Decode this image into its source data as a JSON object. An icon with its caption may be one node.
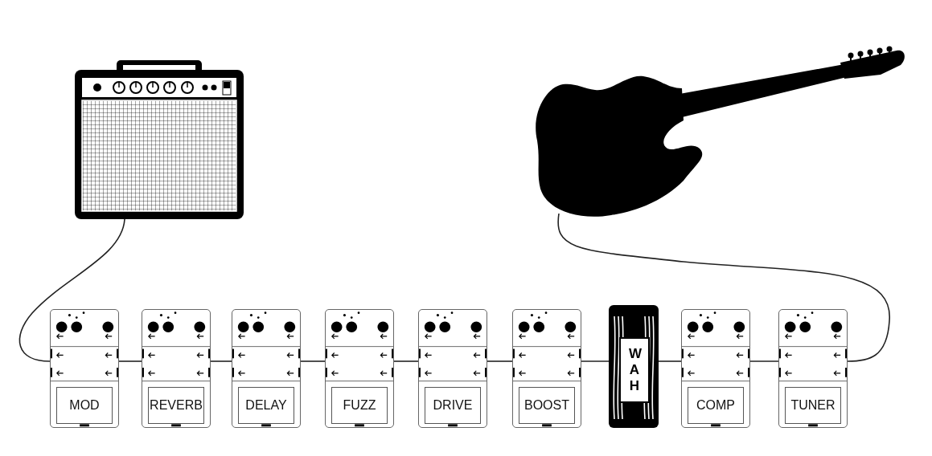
{
  "diagram": {
    "nodes": [
      {
        "text": [],
        "shape": "picture"
      },
      {
        "text": [],
        "shape": "picture"
      },
      {
        "text": [
          "MOD"
        ]
      },
      {
        "text": [
          "REVERB"
        ]
      },
      {
        "text": [
          "DELAY"
        ]
      },
      {
        "text": [
          "FUZZ"
        ]
      },
      {
        "text": [
          "DRIVE"
        ]
      },
      {
        "text": [
          "BOOST"
        ]
      },
      {
        "text": [
          "WAH"
        ]
      },
      {
        "text": [
          "COMP"
        ]
      },
      {
        "text": [
          "TUNER"
        ]
      }
    ],
    "edges": [
      {
        "from": 1,
        "to": 10,
        "arrow": "none"
      },
      {
        "from": 10,
        "to": 9,
        "arrow": "none"
      },
      {
        "from": 9,
        "to": 8,
        "arrow": "none"
      },
      {
        "from": 8,
        "to": 7,
        "arrow": "none"
      },
      {
        "from": 7,
        "to": 6,
        "arrow": "none"
      },
      {
        "from": 6,
        "to": 5,
        "arrow": "none"
      },
      {
        "from": 5,
        "to": 4,
        "arrow": "none"
      },
      {
        "from": 4,
        "to": 3,
        "arrow": "none"
      },
      {
        "from": 3,
        "to": 2,
        "arrow": "none"
      },
      {
        "from": 2,
        "to": 0,
        "arrow": "none"
      }
    ]
  }
}
